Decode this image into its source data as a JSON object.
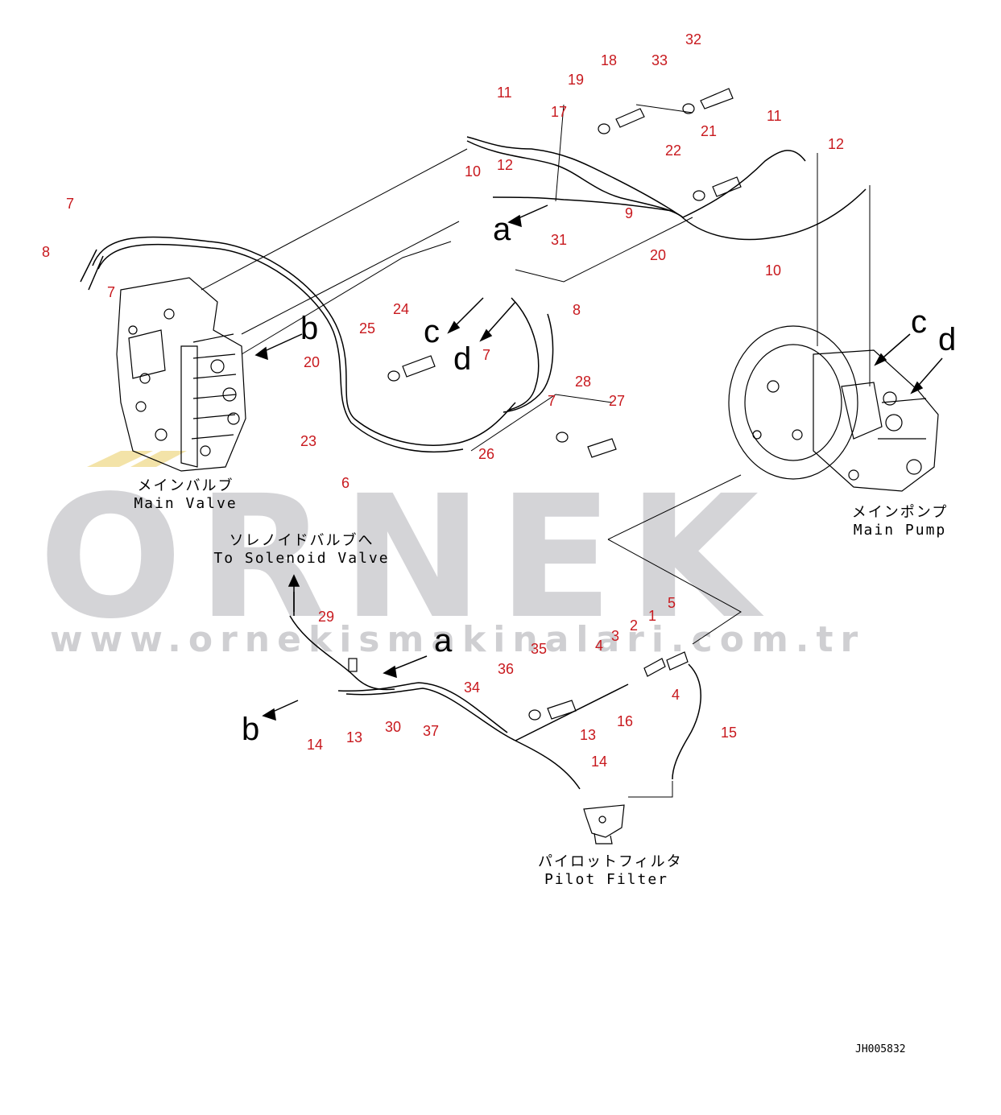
{
  "watermark": {
    "brand": "ORNEK",
    "url": "www.ornekismakinalari.com.tr"
  },
  "components": {
    "main_valve": {
      "jp": "メインバルブ",
      "en": "Main Valve"
    },
    "main_pump": {
      "jp": "メインポンプ",
      "en": "Main Pump"
    },
    "solenoid": {
      "jp": "ソレノイドバルブへ",
      "en": "To Solenoid Valve"
    },
    "pilot_filter": {
      "jp": "パイロットフィルタ",
      "en": "Pilot Filter"
    }
  },
  "drawing_code": "JH005832",
  "callouts": [
    "32",
    "18",
    "33",
    "19",
    "11",
    "17",
    "21",
    "11",
    "12",
    "10",
    "12",
    "22",
    "9",
    "31",
    "20",
    "10",
    "7",
    "8",
    "7",
    "24",
    "25",
    "20",
    "23",
    "6",
    "26",
    "28",
    "27",
    "7",
    "7",
    "8",
    "29",
    "5",
    "1",
    "2",
    "3",
    "4",
    "35",
    "36",
    "34",
    "16",
    "4",
    "15",
    "14",
    "13",
    "30",
    "37",
    "13",
    "14"
  ],
  "letters": [
    "a",
    "b",
    "c",
    "d",
    "c",
    "d",
    "a",
    "b"
  ]
}
